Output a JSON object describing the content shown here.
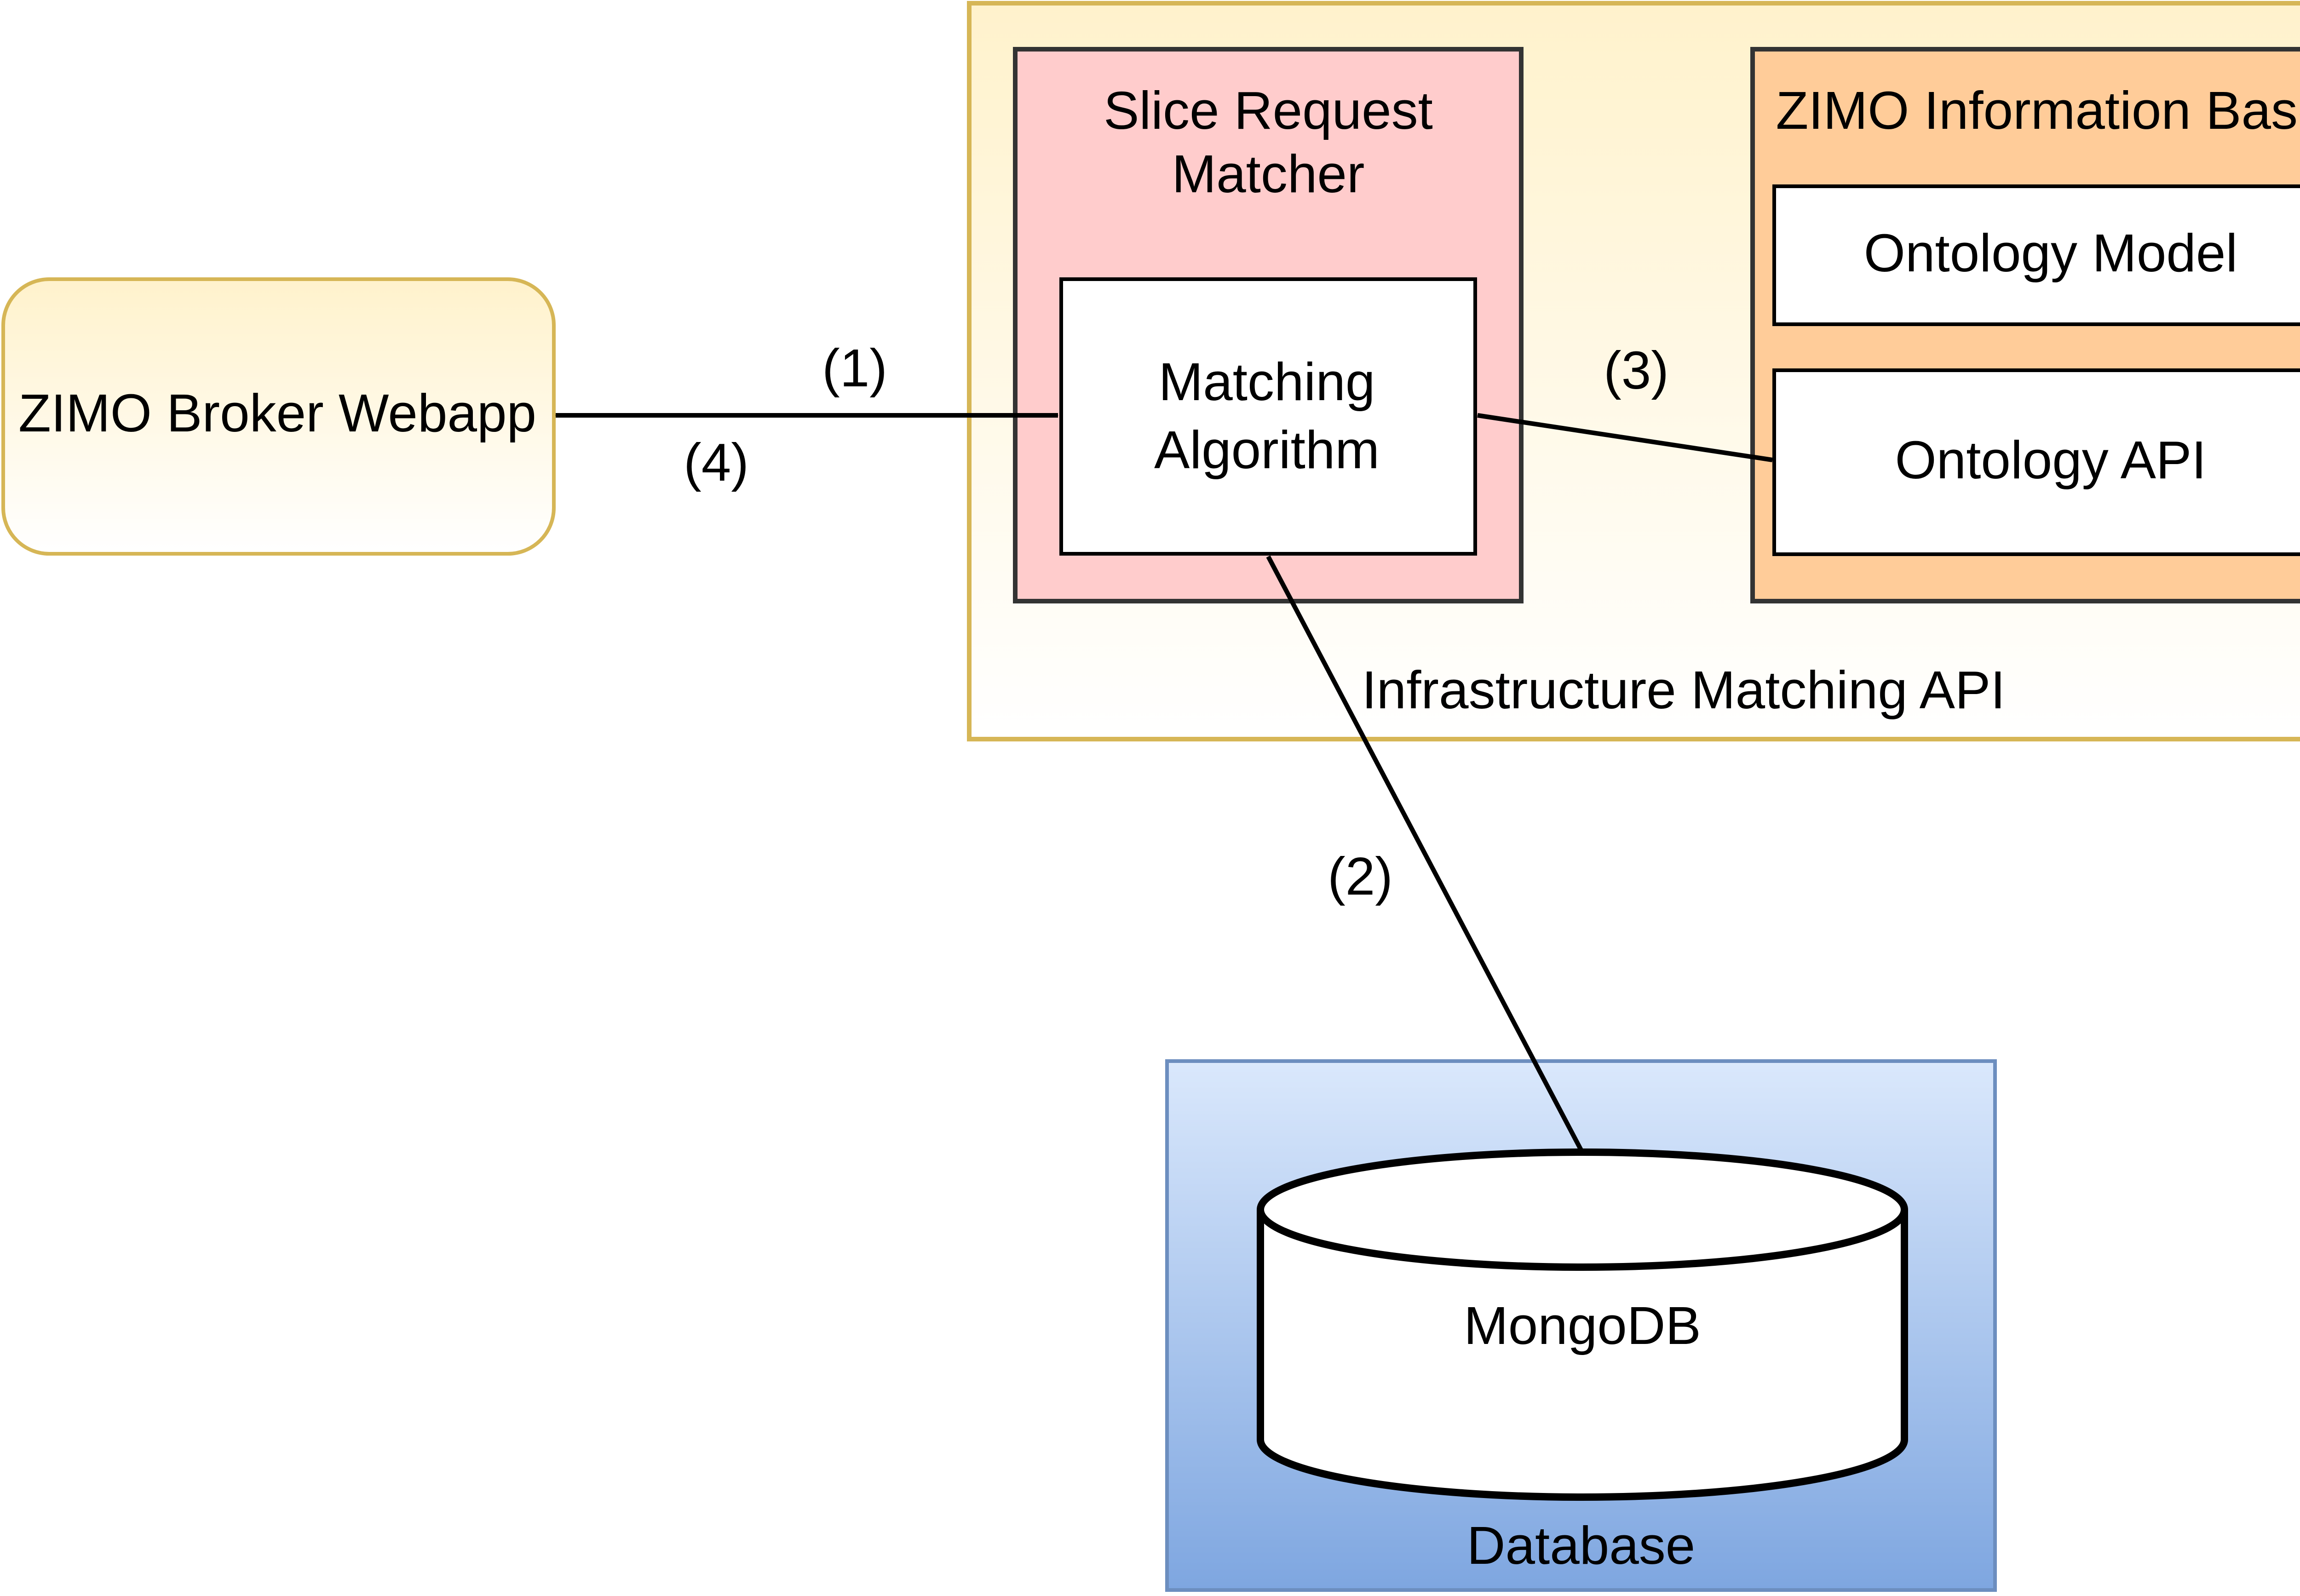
{
  "nodes": {
    "broker": {
      "label": "ZIMO Broker Webapp"
    },
    "infra": {
      "label": "Infrastructure Matching API"
    },
    "matcher": {
      "label_line1": "Slice Request",
      "label_line2": "Matcher"
    },
    "algorithm": {
      "label_line1": "Matching",
      "label_line2": "Algorithm"
    },
    "info_base": {
      "label": "ZIMO Information Base"
    },
    "ontology_model": {
      "label": "Ontology Model"
    },
    "ontology_api": {
      "label": "Ontology API"
    },
    "database": {
      "label": "Database"
    },
    "mongodb": {
      "label": "MongoDB"
    }
  },
  "edges": {
    "step1": "(1)",
    "step2": "(2)",
    "step3": "(3)",
    "step4": "(4)"
  },
  "colors": {
    "infra_fill_top": "#fff2cc",
    "infra_fill_bottom": "#ffffff",
    "infra_stroke": "#d6b656",
    "matcher_fill": "#ffcccc",
    "info_base_fill": "#ffcc99",
    "box_stroke": "#333333",
    "database_fill_top": "#dae8fc",
    "database_fill_bottom": "#7ea6e0",
    "database_stroke": "#6c8ebf"
  }
}
